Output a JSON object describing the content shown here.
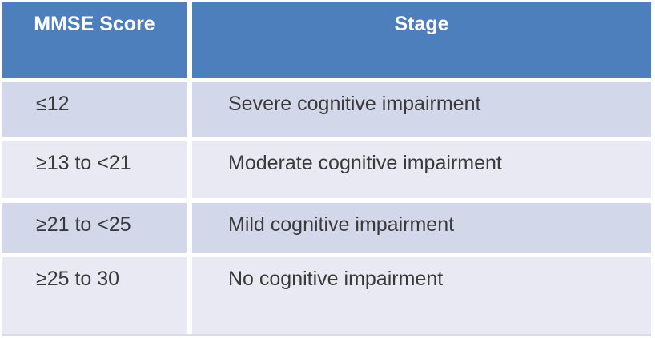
{
  "table": {
    "columns": [
      {
        "label": "MMSE Score"
      },
      {
        "label": "Stage"
      }
    ],
    "rows": [
      {
        "score": "≤12",
        "stage": "Severe cognitive impairment"
      },
      {
        "score": "≥13 to <21",
        "stage": "Moderate cognitive impairment"
      },
      {
        "score": "≥21 to <25",
        "stage": "Mild cognitive impairment"
      },
      {
        "score": "≥25 to 30",
        "stage": "No cognitive impairment"
      }
    ]
  },
  "colors": {
    "header_bg": "#4e7fbd",
    "header_text": "#ffffff",
    "row_dark_bg": "#d2d7ea",
    "row_light_bg": "#e8e9f3",
    "body_text": "#3a3a3a",
    "edge_color": "#dcdce4"
  }
}
